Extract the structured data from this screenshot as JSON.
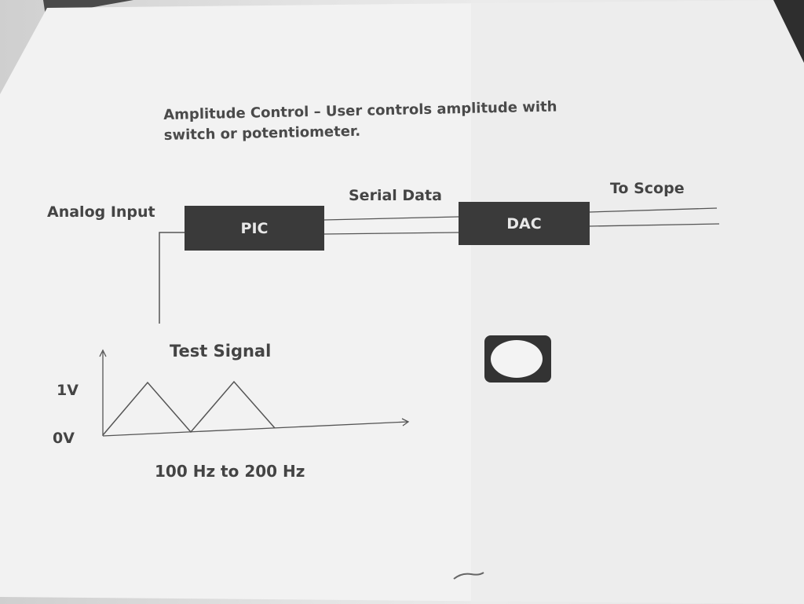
{
  "heading": {
    "line1": "Amplitude Control – User controls amplitude with",
    "line2": "switch or potentiometer."
  },
  "labels": {
    "analog_input": "Analog Input",
    "serial_data": "Serial Data",
    "to_scope": "To Scope",
    "test_signal": "Test Signal",
    "one_volt": "1V",
    "zero_volt": "0V",
    "frequency_range": "100 Hz to 200 Hz"
  },
  "blocks": {
    "pic": "PIC",
    "dac": "DAC"
  },
  "icons": {
    "scope_knob": "scope-knob-icon"
  },
  "colors": {
    "block_fill": "#3a3a3a",
    "block_text": "#e8e8e8",
    "ink": "#444444"
  }
}
